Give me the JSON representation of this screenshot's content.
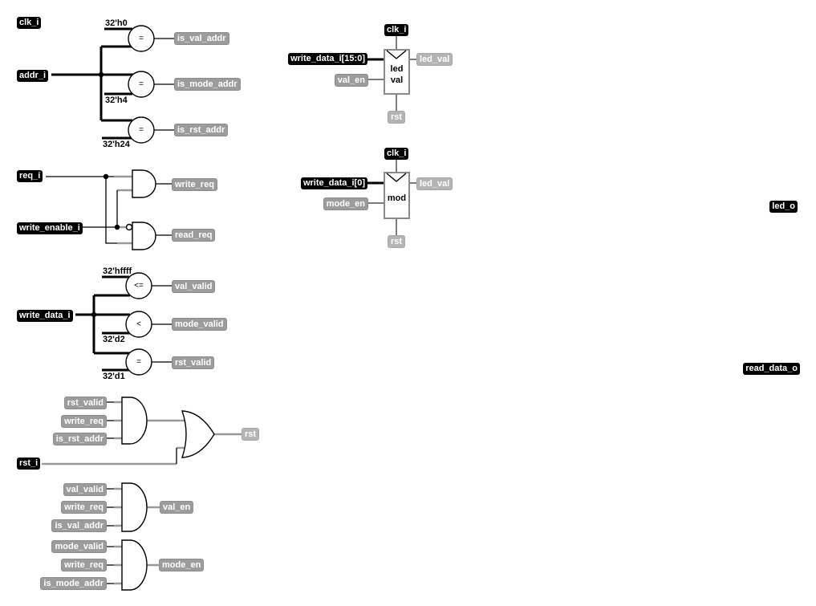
{
  "schematic": {
    "module_inputs": {
      "clk_i": "clk_i",
      "addr_i": "addr_i",
      "req_i": "req_i",
      "write_enable_i": "write_enable_i",
      "write_data_i": "write_data_i",
      "rst_i": "rst_i"
    },
    "module_outputs": {
      "led_o": "led_o",
      "read_data_o": "read_data_o"
    },
    "bus_slices": {
      "write_data_15_0": "write_data_i[15:0]",
      "write_data_0": "write_data_i[0]"
    },
    "nets": {
      "is_val_addr": "is_val_addr",
      "is_mode_addr": "is_mode_addr",
      "is_rst_addr": "is_rst_addr",
      "write_req": "write_req",
      "read_req": "read_req",
      "val_valid": "val_valid",
      "mode_valid": "mode_valid",
      "rst_valid": "rst_valid",
      "val_en": "val_en",
      "mode_en": "mode_en",
      "led_val": "led_val",
      "rst": "rst"
    },
    "constants": {
      "h0": "32'h0",
      "h4": "32'h4",
      "h24": "32'h24",
      "hffff": "32'hffff",
      "d2": "32'd2",
      "d1": "32'd1"
    },
    "operators": {
      "eq": "=",
      "le": "<=",
      "lt": "<"
    },
    "registers": {
      "led_val_reg": {
        "line1": "led",
        "line2": "val"
      },
      "mode_reg": {
        "line1": "mod"
      }
    },
    "colors": {
      "port_label_bg": "#000000",
      "net_label_bg": "#9c9c9c",
      "net_label_faded_bg": "#b4b4b4",
      "wire_black": "#000000",
      "wire_gray": "#999999"
    }
  }
}
